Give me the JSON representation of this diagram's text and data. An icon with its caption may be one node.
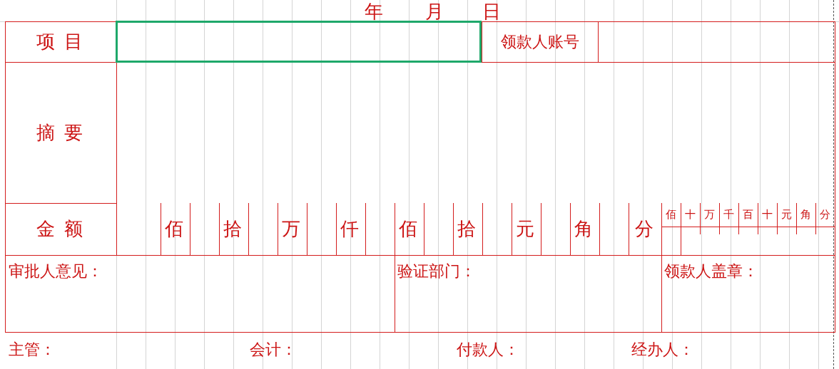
{
  "diagram": {
    "labels": [
      "年",
      "月",
      "日",
      "项 目",
      "领款人账号",
      "摘 要",
      "金 额",
      "佰",
      "拾",
      "万",
      "仟",
      "佰",
      "拾",
      "元",
      "角",
      "分",
      "佰",
      "十",
      "万",
      "千",
      "百",
      "十",
      "元",
      "角",
      "分",
      "审批人意见：",
      "验证部门：",
      "领款人盖章：",
      "主管：",
      "会计：",
      "付款人：",
      "经办人："
    ]
  }
}
